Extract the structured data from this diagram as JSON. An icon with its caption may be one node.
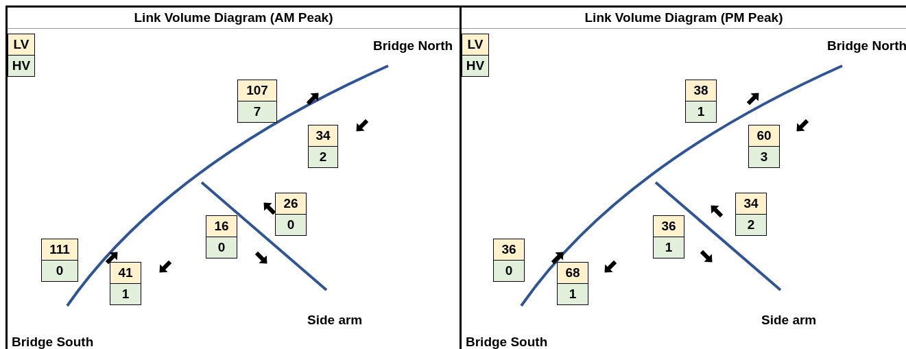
{
  "diagram": {
    "nodes": [
      {
        "text": [
          "Link Volume Diagram (AM Peak)"
        ]
      },
      {
        "text": [
          "LV",
          "HV"
        ],
        "in": 0
      },
      {
        "text": [
          "107",
          "7"
        ],
        "in": 0
      },
      {
        "text": [
          "34",
          "2"
        ],
        "in": 0
      },
      {
        "text": [
          "26",
          "0"
        ],
        "in": 0
      },
      {
        "text": [
          "16",
          "0"
        ],
        "in": 0
      },
      {
        "text": [
          "111",
          "0"
        ],
        "in": 0
      },
      {
        "text": [
          "41",
          "1"
        ],
        "in": 0
      },
      {
        "text": [
          "Link Volume Diagram (PM Peak)"
        ]
      },
      {
        "text": [
          "LV",
          "HV"
        ],
        "in": 8
      },
      {
        "text": [
          "38",
          "1"
        ],
        "in": 8
      },
      {
        "text": [
          "60",
          "3"
        ],
        "in": 8
      },
      {
        "text": [
          "34",
          "2"
        ],
        "in": 8
      },
      {
        "text": [
          "36",
          "1"
        ],
        "in": 8
      },
      {
        "text": [
          "36",
          "0"
        ],
        "in": 8
      },
      {
        "text": [
          "68",
          "1"
        ],
        "in": 8
      }
    ],
    "edges": [],
    "labels": [
      "Bridge North",
      "Side arm",
      "Bridge South",
      "Bridge North",
      "Side arm",
      "Bridge South"
    ]
  }
}
